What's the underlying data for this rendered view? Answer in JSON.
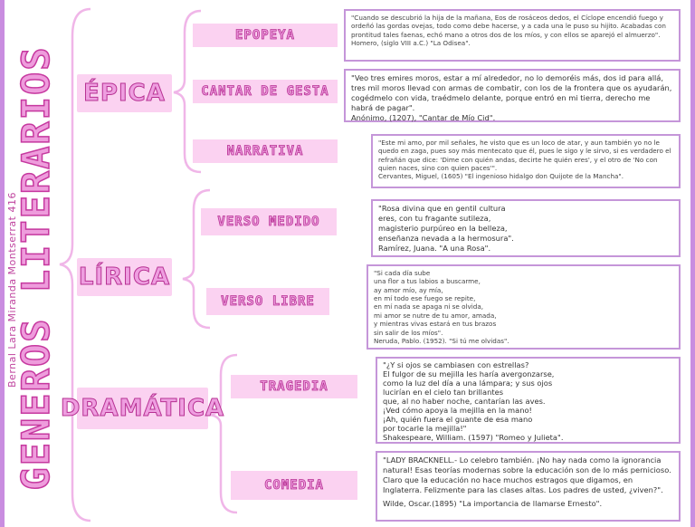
{
  "title": "GENEROS LITERARIOS",
  "author": "Bernal Lara Miranda Montserrat 416",
  "colors": {
    "accent": "#c596d9",
    "pink": "#fbd2f1",
    "magenta": "#b73193",
    "brace": "#f0b6e8"
  },
  "categories": [
    {
      "label": "ÉPICA",
      "subgenres": [
        {
          "label": "EPOPEYA",
          "quote": "\"Cuando se descubrió la hija de la mañana, Eos de rosáceos dedos, el Cíclope encendió fuego y ordeñó las gordas ovejas, todo como debe hacerse, y a cada una le puso su hijito. Acabadas con prontitud tales faenas, echó mano a otros dos de los míos, y con ellos se aparejó el almuerzo\".",
          "cite": "Homero, (siglo VIII a.C.) \"La Odisea\"."
        },
        {
          "label": "CANTAR DE GESTA",
          "quote": "\"Veo tres emires moros, estar a mí alrededor, no lo demoréis más, dos id para allá, tres mil moros llevad con armas de combatir, con los de la frontera que os ayudarán, cogédmelo con vida, traédmelo delante, porque entró en mi tierra, derecho me habrá de pagar\".",
          "cite": "Anónimo, (1207), \"Cantar de Mío Cid\"."
        },
        {
          "label": "NARRATIVA",
          "quote": "\"Este mi amo, por mil señales, he visto que es un loco de atar, y aun también yo no le quedo en zaga, pues soy más mentecato que él, pues le sigo y le sirvo, si es verdadero el refrañán que dice: 'Dime con quién andas, decirte he quién eres', y el otro de 'No con quien naces, sino con quien paces'\".",
          "cite": "Cervantes, Miguel, (1605) \"El ingenioso hidalgo don Quijote de la Mancha\"."
        }
      ]
    },
    {
      "label": "LÍRICA",
      "subgenres": [
        {
          "label": "VERSO MEDIDO",
          "quote": "\"Rosa divina que en gentil cultura\neres, con tu fragante sutileza,\nmagisterio purpúreo en la belleza,\nenseñanza nevada a la hermosura\".",
          "cite": "Ramírez, Juana. \"A una Rosa\"."
        },
        {
          "label": "VERSO LIBRE",
          "quote": "\"Si cada día sube\nuna flor a tus labios a buscarme,\nay amor mío, ay mía,\nen mí todo ese fuego se repite,\nen mí nada se apaga ni se olvida,\nmi amor se nutre de tu amor, amada,\ny mientras vivas estará en tus brazos\nsin salir de los míos\".",
          "cite": "Neruda, Pablo. (1952). \"Si tú me olvidas\"."
        }
      ]
    },
    {
      "label": "DRAMÁTICA",
      "subgenres": [
        {
          "label": "TRAGEDIA",
          "quote": "\"¿Y si ojos se cambiasen con estrellas?\nEl fulgor de su mejilla les haría avergonzarse,\ncomo la luz del día a una lámpara; y sus ojos\nlucirían en el cielo tan brillantes\nque, al no haber noche, cantarían las aves.\n¡Ved cómo apoya la mejilla en la mano!\n¡Ah, quién fuera el guante de esa mano\npor tocarle la mejilla!\"",
          "cite": "Shakespeare, William. (1597) \"Romeo y Julieta\"."
        },
        {
          "label": "COMEDIA",
          "quote": "\"LADY BRACKNELL.- Lo celebro también. ¡No hay nada como la ignorancia natural! Esas teorías modernas sobre la educación son de lo más pernicioso. Claro que la educación no hace muchos estragos que digamos, en Inglaterra. Felizmente para las clases altas. Los padres de usted, ¿viven?\".",
          "cite": "Wilde, Oscar.(1895) \"La importancia de llamarse Ernesto\"."
        }
      ]
    }
  ]
}
